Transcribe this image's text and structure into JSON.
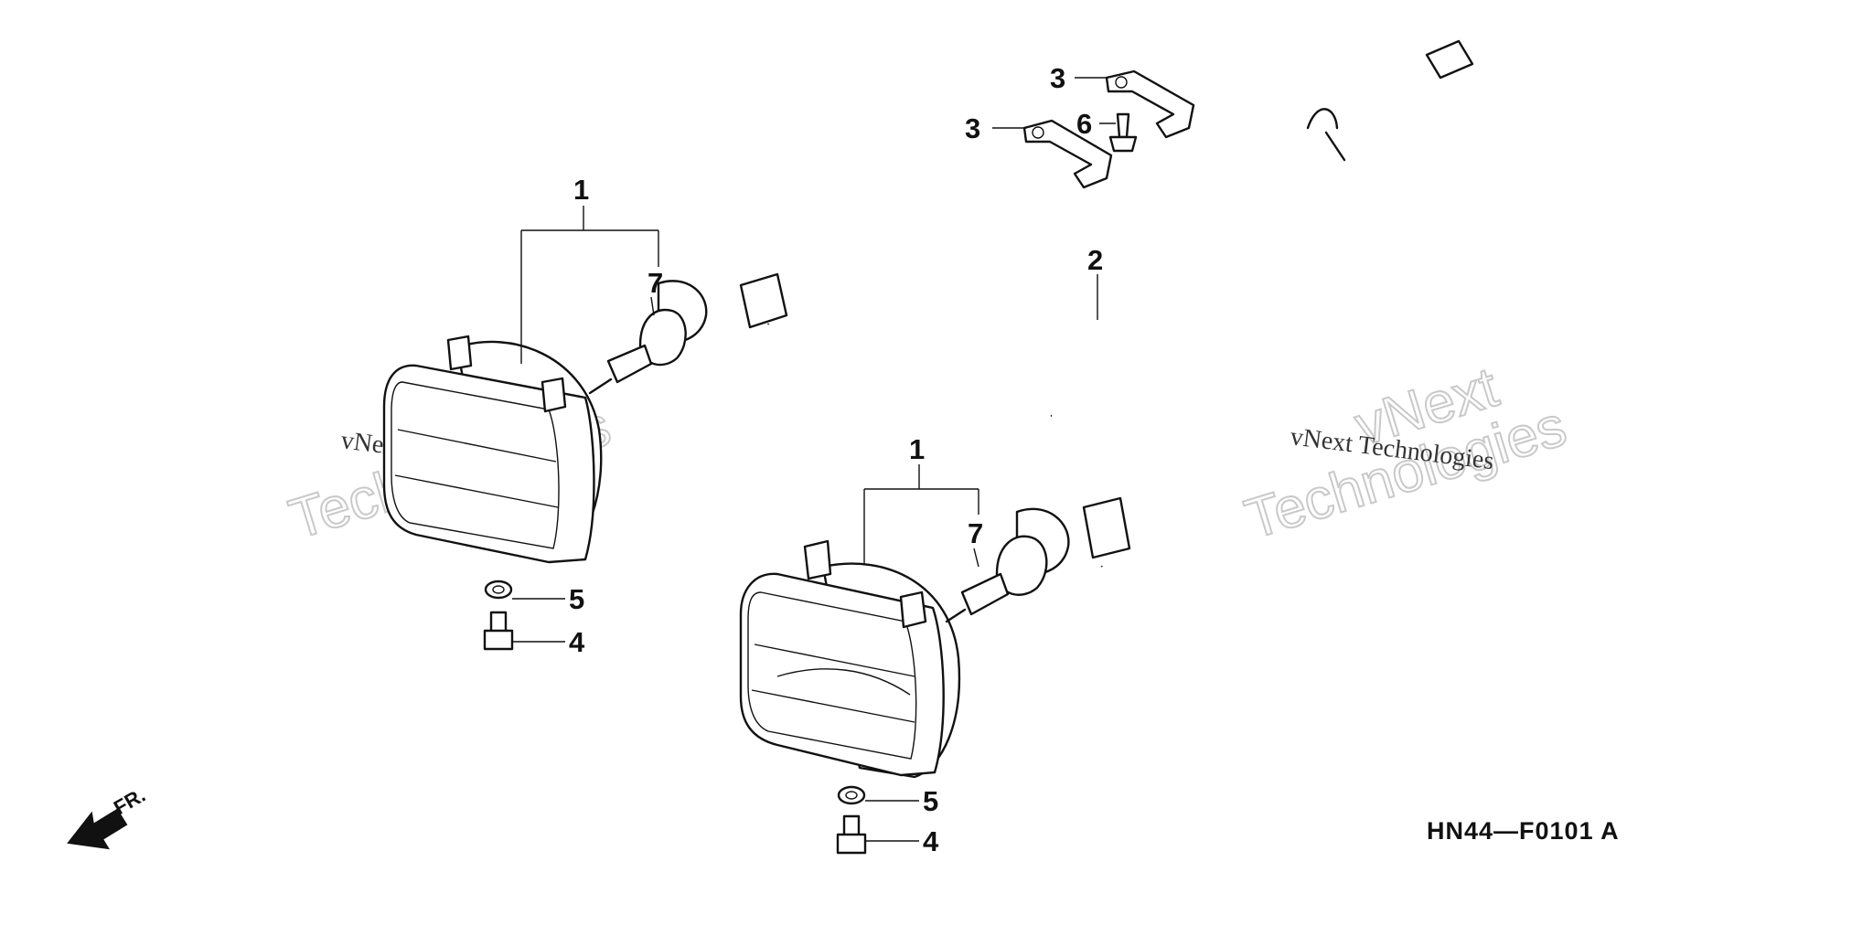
{
  "diagram": {
    "part_code": "HN44—F0101 A",
    "direction_label": "FR.",
    "watermark_small": "vNext Technologies",
    "watermark_big_1": "vNext",
    "watermark_big_2": "Technologies",
    "callouts": {
      "headlight_left": "1",
      "headlight_right": "1",
      "harness": "2",
      "bracket_top": "3",
      "bracket_left": "3",
      "bolt_left": "4",
      "bolt_right": "4",
      "nut_left": "5",
      "nut_right": "5",
      "screw": "6",
      "bulb_left": "7",
      "bulb_right": "7"
    }
  }
}
